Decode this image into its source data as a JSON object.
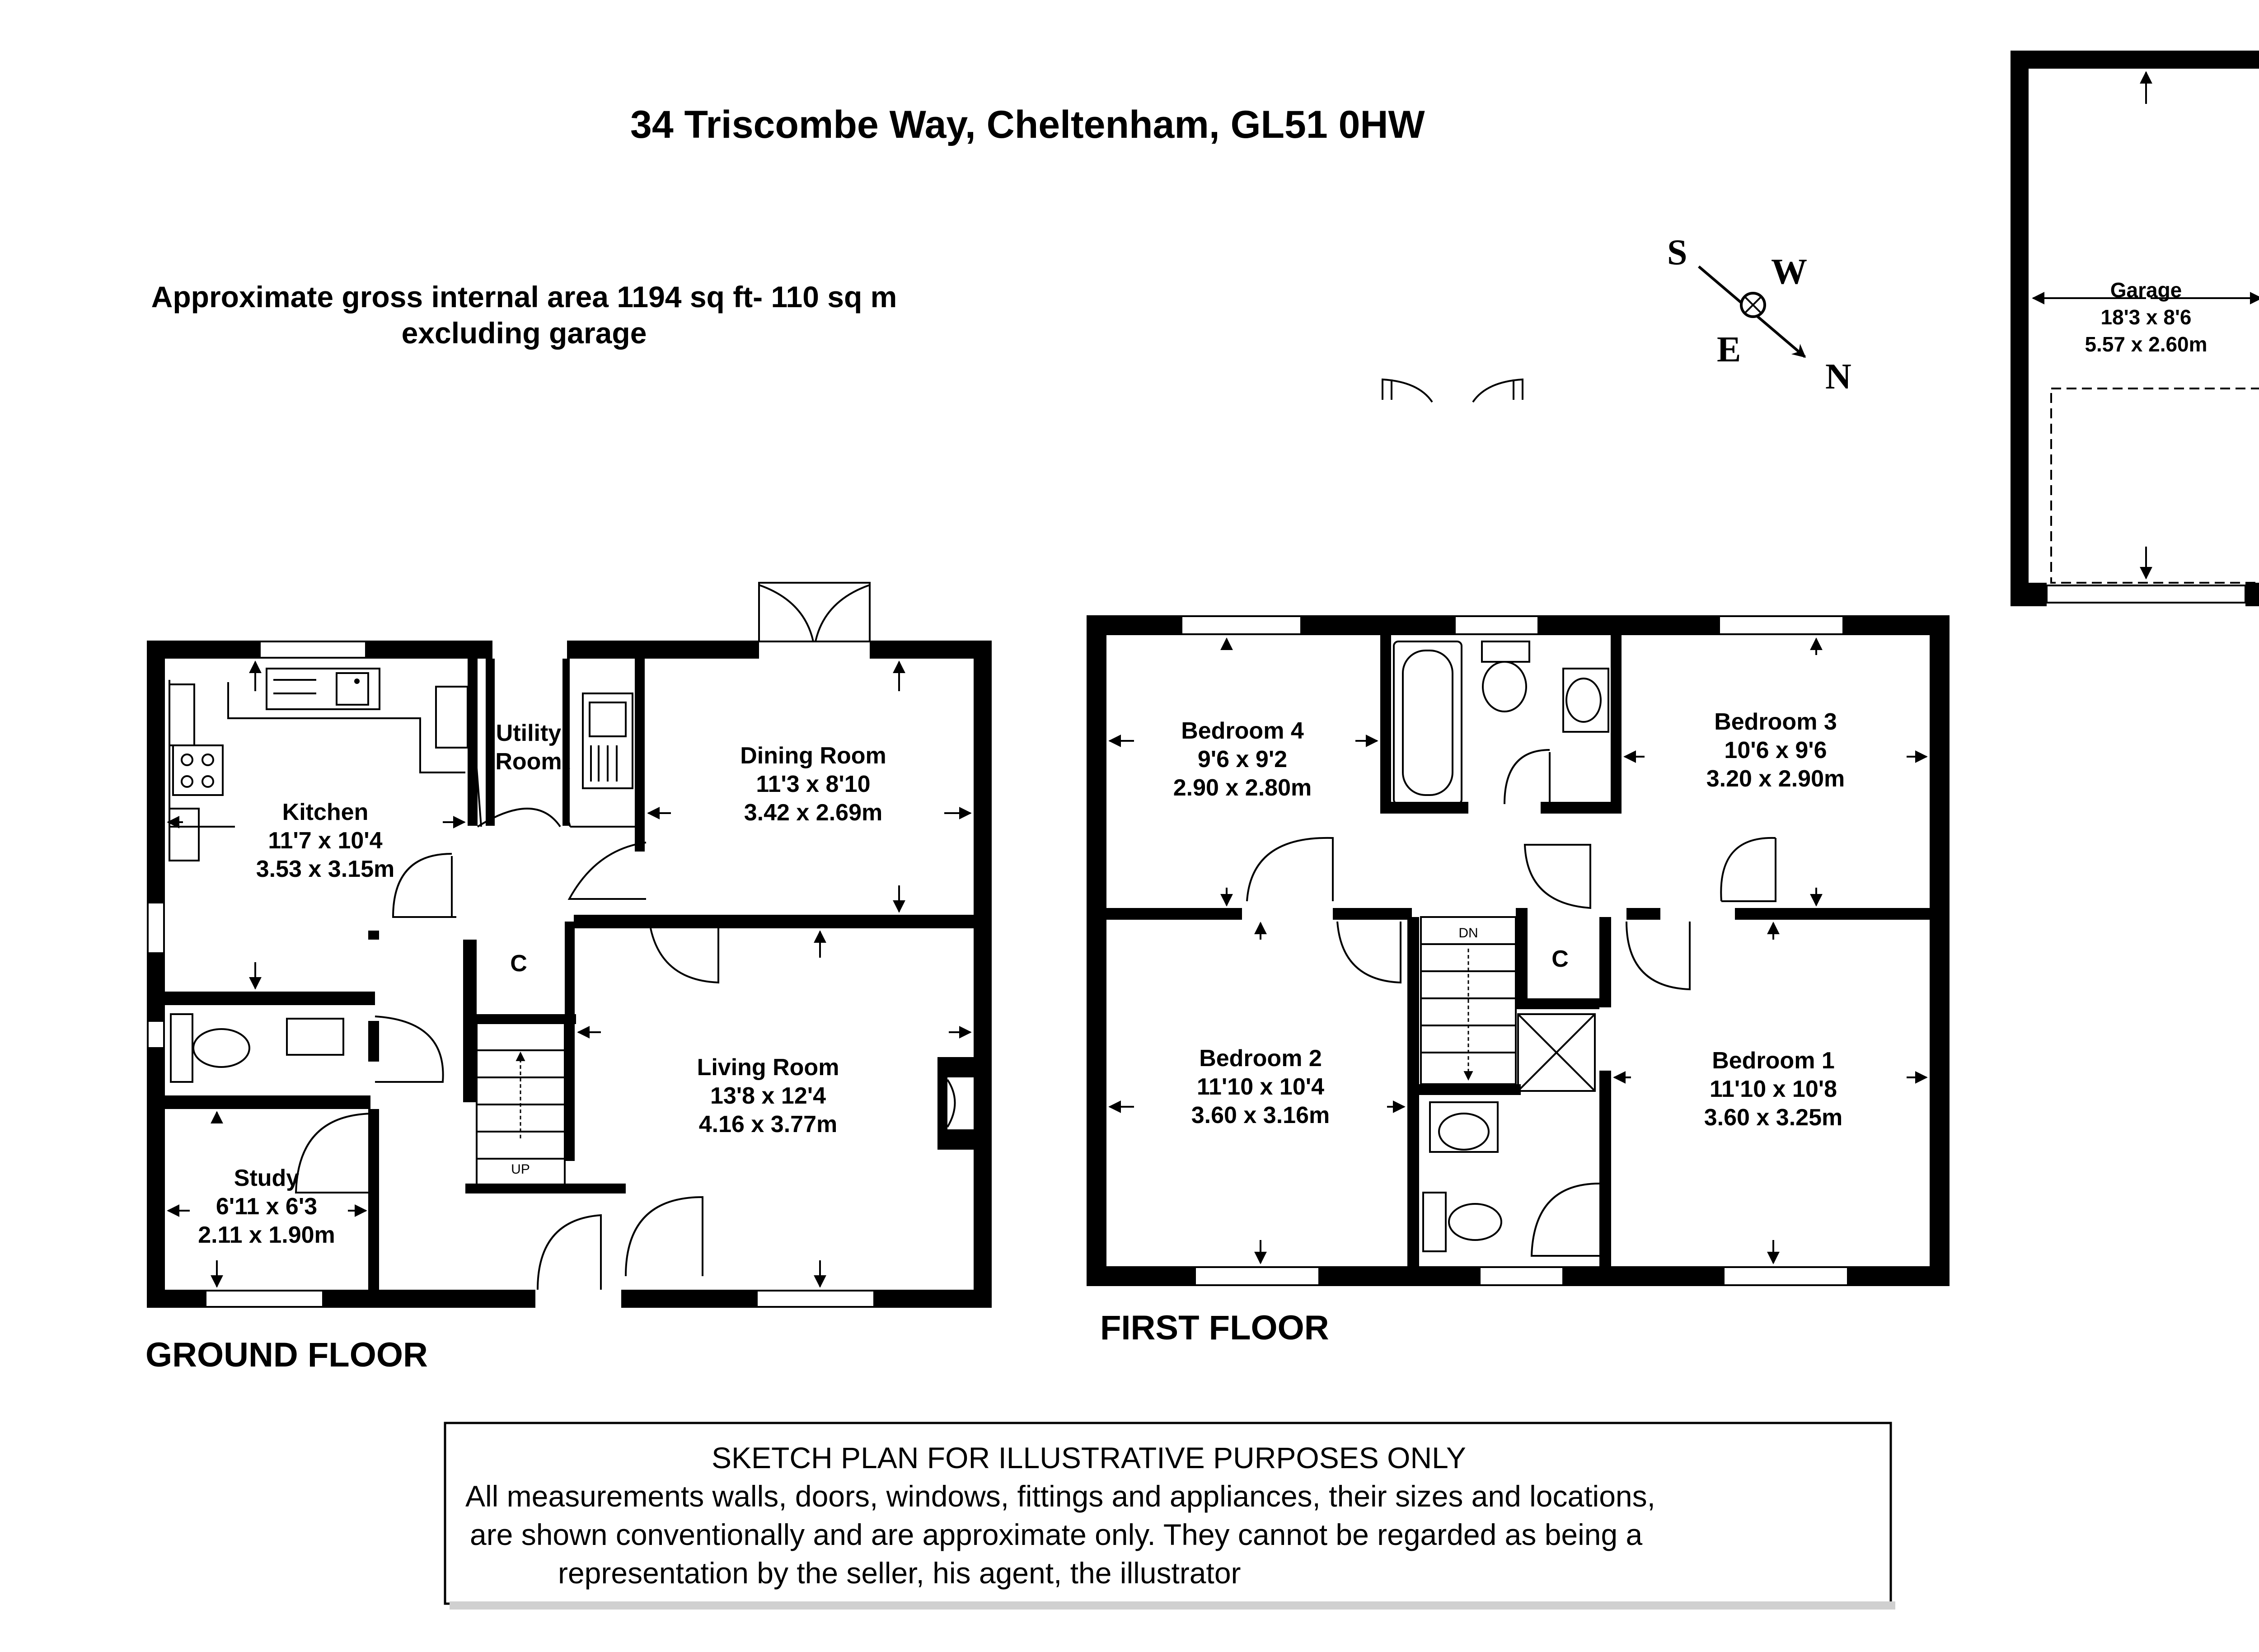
{
  "title": "34 Triscombe Way, Cheltenham, GL51  0HW",
  "area": {
    "line1": "Approximate gross internal area 1194 sq ft- 110 sq m",
    "line2": "excluding garage"
  },
  "compass": {
    "s": "S",
    "w": "W",
    "e": "E",
    "n": "N"
  },
  "garage": {
    "name": "Garage",
    "imperial": "18'3 x 8'6",
    "metric": "5.57 x 2.60m"
  },
  "ground_floor": {
    "label": "GROUND FLOOR",
    "rooms": {
      "kitchen": {
        "name": "Kitchen",
        "imperial": "11'7 x 10'4",
        "metric": "3.53 x 3.15m"
      },
      "utility": {
        "line1": "Utility",
        "line2": "Room"
      },
      "dining": {
        "name": "Dining Room",
        "imperial": "11'3 x 8'10",
        "metric": "3.42 x 2.69m"
      },
      "living": {
        "name": "Living Room",
        "imperial": "13'8 x 12'4",
        "metric": "4.16 x 3.77m"
      },
      "study": {
        "name": "Study",
        "imperial": "6'11 x 6'3",
        "metric": "2.11 x 1.90m"
      },
      "cupboard": "C",
      "stairs": "UP"
    }
  },
  "first_floor": {
    "label": "FIRST FLOOR",
    "rooms": {
      "bedroom4": {
        "name": "Bedroom 4",
        "imperial": "9'6 x 9'2",
        "metric": "2.90 x 2.80m"
      },
      "bedroom3": {
        "name": "Bedroom 3",
        "imperial": "10'6 x 9'6",
        "metric": "3.20 x 2.90m"
      },
      "bedroom2": {
        "name": "Bedroom 2",
        "imperial": "11'10 x 10'4",
        "metric": "3.60 x 3.16m"
      },
      "bedroom1": {
        "name": "Bedroom 1",
        "imperial": "11'10 x 10'8",
        "metric": "3.60 x 3.25m"
      },
      "cupboard": "C",
      "stairs": "DN"
    }
  },
  "disclaimer": {
    "line1": "SKETCH PLAN FOR ILLUSTRATIVE PURPOSES ONLY",
    "line2": "All measurements walls, doors, windows, fittings and appliances, their sizes and locations,",
    "line3": "are shown conventionally and are approximate only. They cannot be regarded as being a",
    "line4": "representation by the seller, his agent, the illustrator"
  }
}
